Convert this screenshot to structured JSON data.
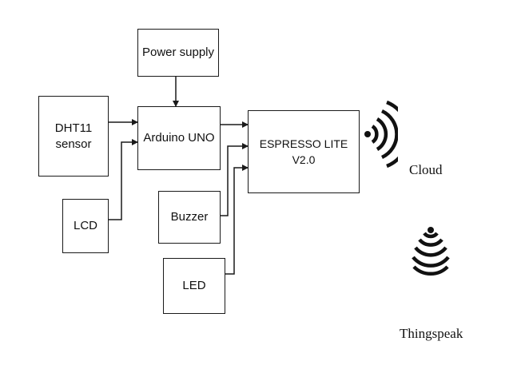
{
  "blocks": {
    "power_supply": "Power supply",
    "dht11": "DHT11\nsensor",
    "arduino": "Arduino UNO",
    "espresso": "ESPRESSO LITE V2.0",
    "lcd": "LCD",
    "buzzer": "Buzzer",
    "led": "LED"
  },
  "labels": {
    "cloud": "Cloud",
    "thingspeak": "Thingspeak"
  },
  "icons": {
    "wireless": "wifi-signal-icon",
    "receiver": "wifi-receive-icon"
  },
  "colors": {
    "line": "#1a1a1a",
    "text": "#111111"
  }
}
